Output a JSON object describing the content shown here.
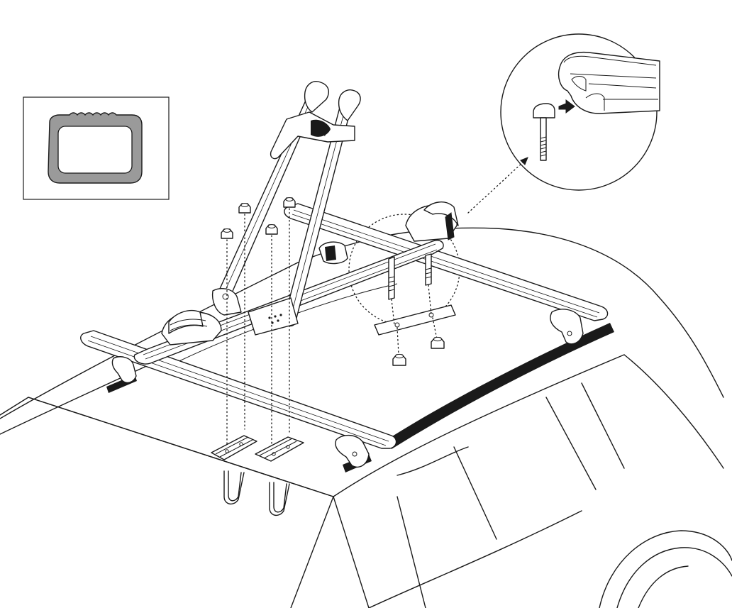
{
  "diagram": {
    "inset_profile": {
      "shape": "rounded-rect-profile",
      "fill_color": "#9a9a9a"
    },
    "detail_circle": {
      "shows": "t-bolt-into-channel",
      "arrow": "arrow-right-icon"
    },
    "parts": [
      {
        "name": "wheel-holder-arm"
      },
      {
        "name": "crossbar-front"
      },
      {
        "name": "crossbar-rear"
      },
      {
        "name": "roof-rail"
      },
      {
        "name": "wheel-tray"
      },
      {
        "name": "mounting-plate"
      },
      {
        "name": "u-bolt"
      },
      {
        "name": "bracket-clamp"
      },
      {
        "name": "knob-nut"
      }
    ],
    "colors": {
      "line": "#1a1a1a",
      "profile": "#9a9a9a",
      "background": "#ffffff"
    }
  }
}
